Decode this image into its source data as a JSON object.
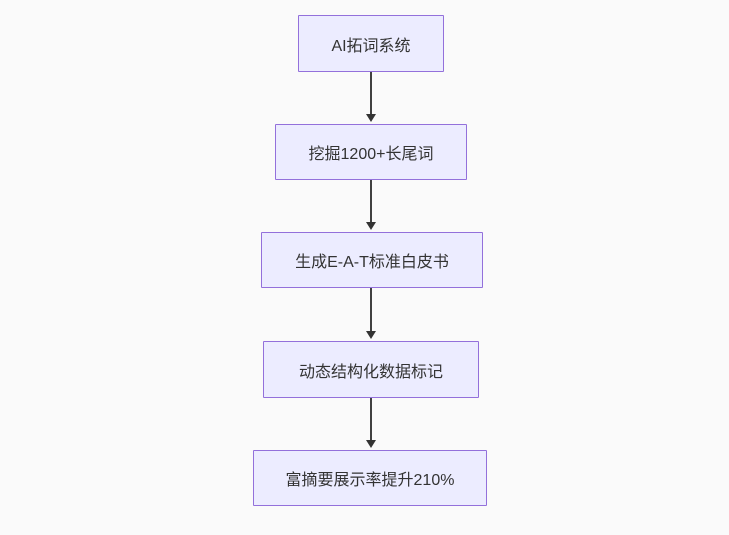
{
  "page": {
    "background_color": "#fafafa"
  },
  "flowchart": {
    "type": "flowchart",
    "direction": "top-down",
    "node_fill_color": "#ECECFF",
    "node_border_color": "#9370DB",
    "node_text_color": "#333333",
    "arrow_color": "#333333",
    "nodes": [
      {
        "id": "A",
        "label": "AI拓词系统"
      },
      {
        "id": "B",
        "label": "挖掘1200+长尾词"
      },
      {
        "id": "C",
        "label": "生成E-A-T标准白皮书"
      },
      {
        "id": "D",
        "label": "动态结构化数据标记"
      },
      {
        "id": "E",
        "label": "富摘要展示率提升210%"
      }
    ],
    "edges": [
      {
        "from": "A",
        "to": "B"
      },
      {
        "from": "B",
        "to": "C"
      },
      {
        "from": "C",
        "to": "D"
      },
      {
        "from": "D",
        "to": "E"
      }
    ]
  }
}
